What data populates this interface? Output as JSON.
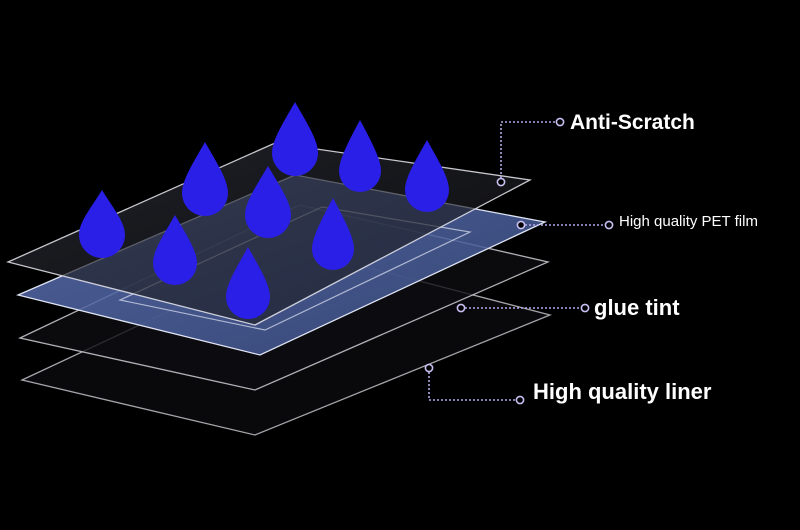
{
  "layers": [
    {
      "label": "Anti-Scratch"
    },
    {
      "label": "High quality PET film"
    },
    {
      "label": "glue tint"
    },
    {
      "label": "High quality liner"
    }
  ],
  "colors": {
    "background": "#000000",
    "drop": "#2a1fe6",
    "pet_film": "#5a6fb0",
    "leader_line": "#b6a8e8",
    "label_text": "#ffffff"
  },
  "icons": {
    "drop": "water-drop-icon"
  }
}
